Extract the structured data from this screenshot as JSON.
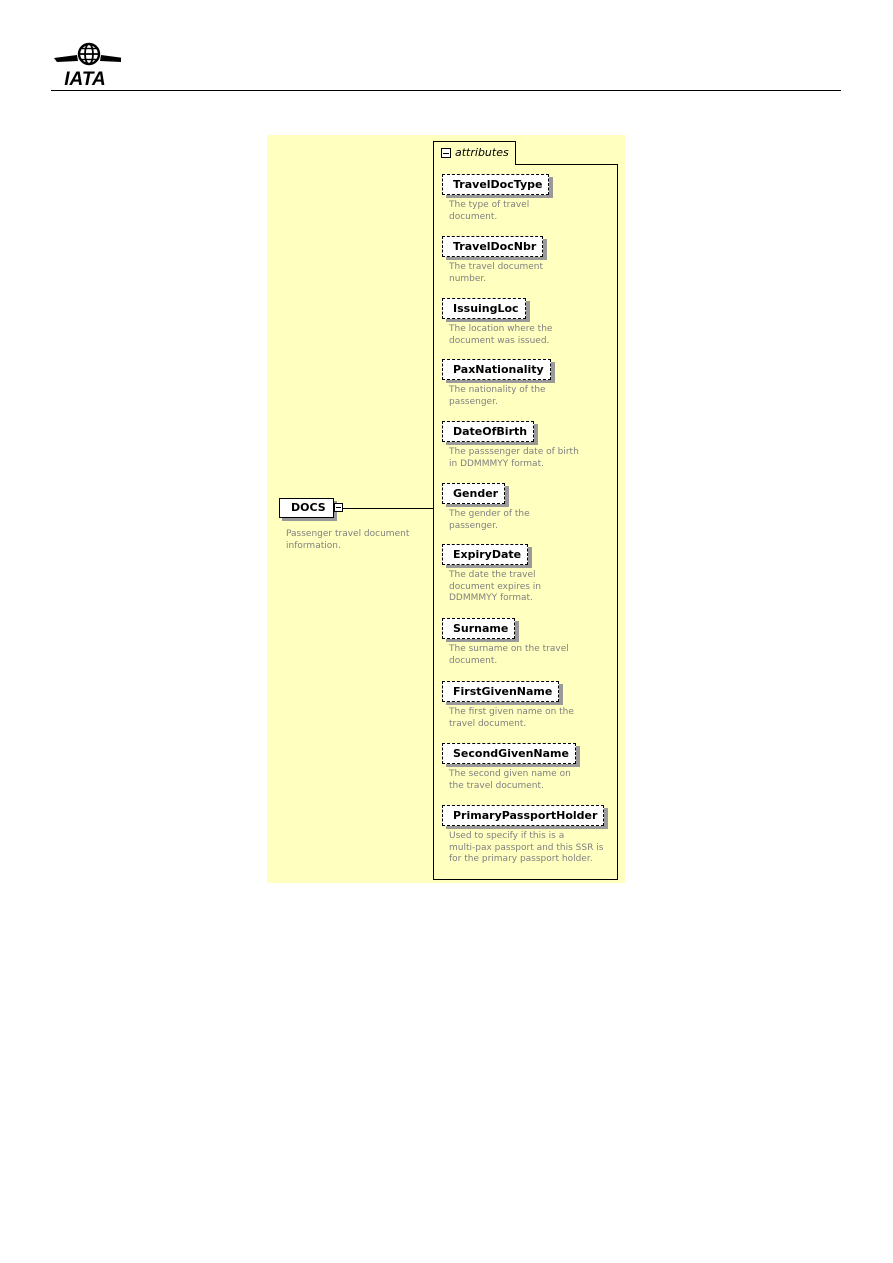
{
  "header": {
    "logo_text": "IATA"
  },
  "diagram": {
    "root": {
      "name": "DOCS",
      "description": "Passenger travel document information."
    },
    "group": {
      "label": "attributes"
    },
    "attributes": [
      {
        "name": "TravelDocType",
        "description": "The type of travel\ndocument."
      },
      {
        "name": "TravelDocNbr",
        "description": "The travel document\nnumber."
      },
      {
        "name": "IssuingLoc",
        "description": "The location where the\ndocument was issued."
      },
      {
        "name": "PaxNationality",
        "description": "The nationality of the\npassenger."
      },
      {
        "name": "DateOfBirth",
        "description": "The passsenger date of birth\nin DDMMMYY format."
      },
      {
        "name": "Gender",
        "description": "The gender of the\npassenger."
      },
      {
        "name": "ExpiryDate",
        "description": "The date the travel\ndocument expires in\nDDMMMYY format."
      },
      {
        "name": "Surname",
        "description": "The surname on the travel\ndocument."
      },
      {
        "name": "FirstGivenName",
        "description": "The first given name on the\ntravel document."
      },
      {
        "name": "SecondGivenName",
        "description": "The second given name on\nthe travel document."
      },
      {
        "name": "PrimaryPassportHolder",
        "description": "Used to specify if this is a\nmulti-pax passport and this SSR is\nfor the primary passport holder."
      }
    ]
  }
}
